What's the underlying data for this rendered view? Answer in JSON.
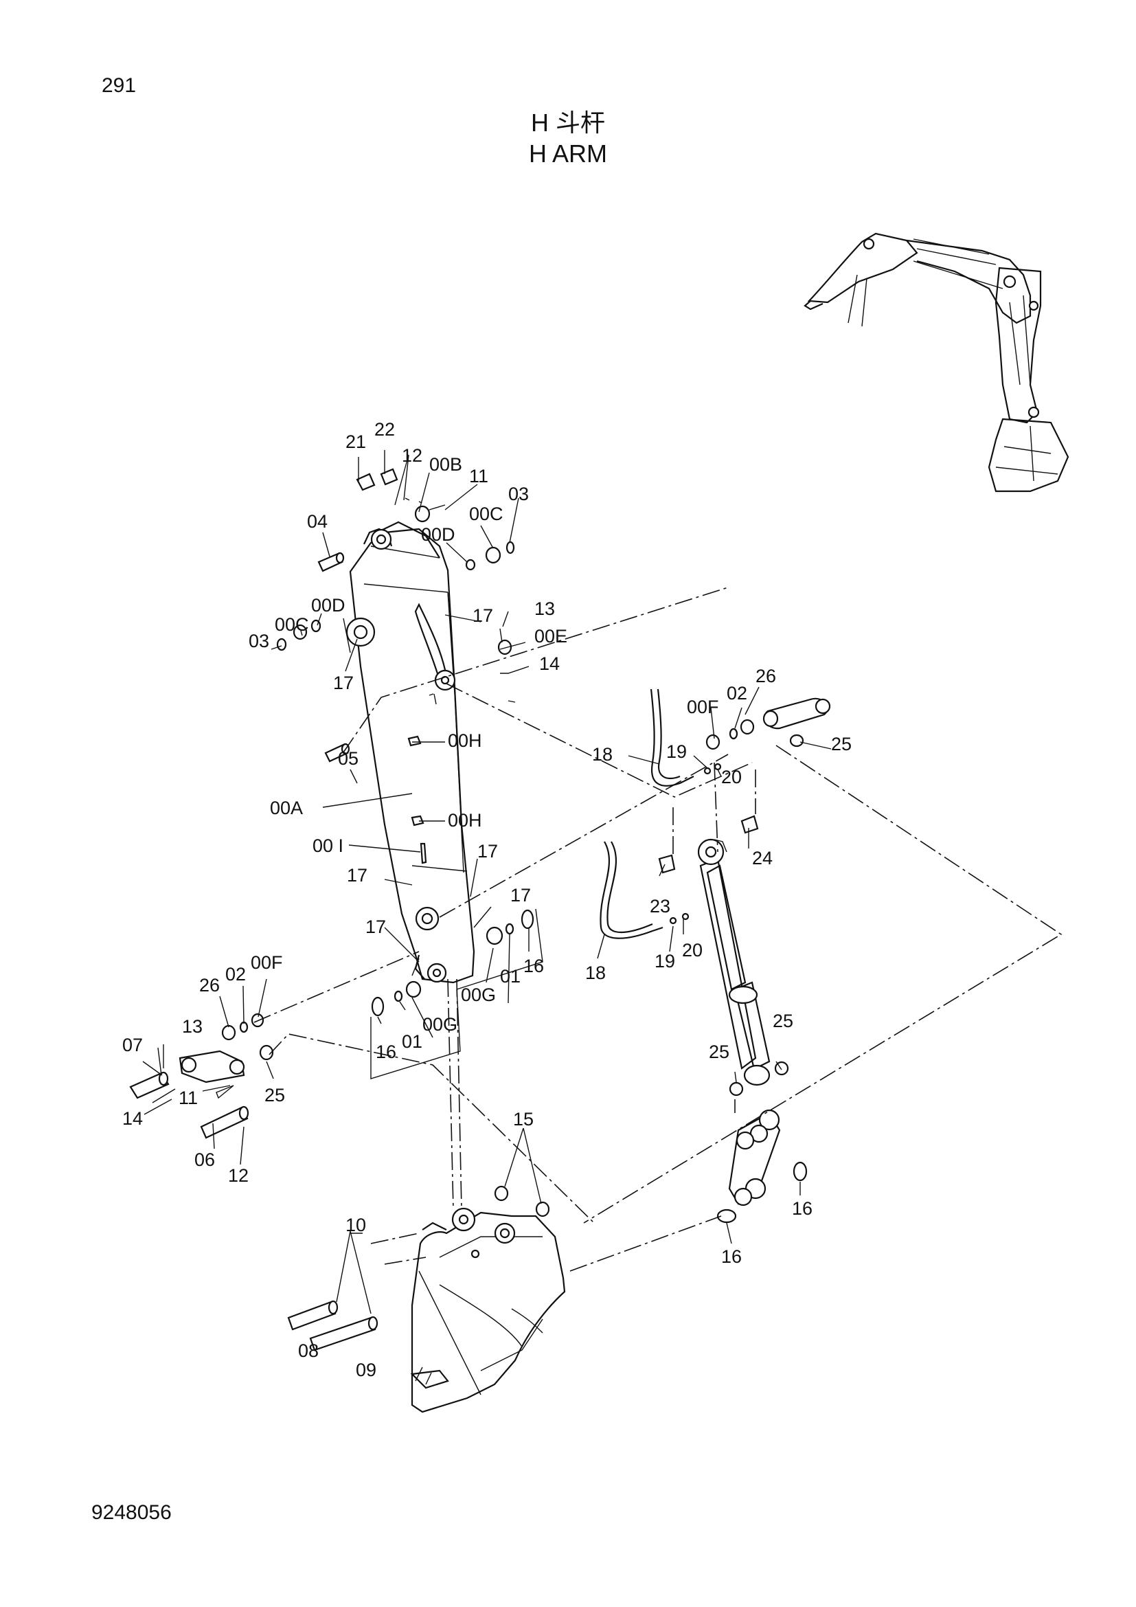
{
  "page_number": "291",
  "title_cn": "H 斗杆",
  "title_en": "H ARM",
  "document_number": "9248056",
  "callouts": [
    {
      "id": "c-21",
      "text": "21"
    },
    {
      "id": "c-22",
      "text": "22"
    },
    {
      "id": "c-12a",
      "text": "12"
    },
    {
      "id": "c-00b",
      "text": "00B"
    },
    {
      "id": "c-11a",
      "text": "11"
    },
    {
      "id": "c-03a",
      "text": "03"
    },
    {
      "id": "c-00ca",
      "text": "00C"
    },
    {
      "id": "c-04",
      "text": "04"
    },
    {
      "id": "c-00da",
      "text": "00D"
    },
    {
      "id": "c-00db",
      "text": "00D"
    },
    {
      "id": "c-00cb",
      "text": "00C"
    },
    {
      "id": "c-03b",
      "text": "03"
    },
    {
      "id": "c-17a",
      "text": "17"
    },
    {
      "id": "c-13a",
      "text": "13"
    },
    {
      "id": "c-00e",
      "text": "00E"
    },
    {
      "id": "c-17b",
      "text": "17"
    },
    {
      "id": "c-14a",
      "text": "14"
    },
    {
      "id": "c-26a",
      "text": "26"
    },
    {
      "id": "c-02a",
      "text": "02"
    },
    {
      "id": "c-00fa",
      "text": "00F"
    },
    {
      "id": "c-25a",
      "text": "25"
    },
    {
      "id": "c-00ha",
      "text": "00H"
    },
    {
      "id": "c-05",
      "text": "05"
    },
    {
      "id": "c-18a",
      "text": "18"
    },
    {
      "id": "c-19a",
      "text": "19"
    },
    {
      "id": "c-20a",
      "text": "20"
    },
    {
      "id": "c-00a",
      "text": "00A"
    },
    {
      "id": "c-00hb",
      "text": "00H"
    },
    {
      "id": "c-00i",
      "text": "00 I"
    },
    {
      "id": "c-17c",
      "text": "17"
    },
    {
      "id": "c-24",
      "text": "24"
    },
    {
      "id": "c-17d",
      "text": "17"
    },
    {
      "id": "c-23",
      "text": "23"
    },
    {
      "id": "c-17e",
      "text": "17"
    },
    {
      "id": "c-17f",
      "text": "17"
    },
    {
      "id": "c-16a",
      "text": "16"
    },
    {
      "id": "c-01a",
      "text": "01"
    },
    {
      "id": "c-00ga",
      "text": "00G"
    },
    {
      "id": "c-18b",
      "text": "18"
    },
    {
      "id": "c-19b",
      "text": "19"
    },
    {
      "id": "c-20b",
      "text": "20"
    },
    {
      "id": "c-00fb",
      "text": "00F"
    },
    {
      "id": "c-26b",
      "text": "26"
    },
    {
      "id": "c-02b",
      "text": "02"
    },
    {
      "id": "c-16b",
      "text": "16"
    },
    {
      "id": "c-01b",
      "text": "01"
    },
    {
      "id": "c-00gb",
      "text": "00G"
    },
    {
      "id": "c-13b",
      "text": "13"
    },
    {
      "id": "c-07",
      "text": "07"
    },
    {
      "id": "c-25b",
      "text": "25"
    },
    {
      "id": "c-25c",
      "text": "25"
    },
    {
      "id": "c-25d",
      "text": "25"
    },
    {
      "id": "c-11b",
      "text": "11"
    },
    {
      "id": "c-14b",
      "text": "14"
    },
    {
      "id": "c-06",
      "text": "06"
    },
    {
      "id": "c-12b",
      "text": "12"
    },
    {
      "id": "c-15",
      "text": "15"
    },
    {
      "id": "c-16c",
      "text": "16"
    },
    {
      "id": "c-10",
      "text": "10"
    },
    {
      "id": "c-16d",
      "text": "16"
    },
    {
      "id": "c-08",
      "text": "08"
    },
    {
      "id": "c-09",
      "text": "09"
    }
  ]
}
